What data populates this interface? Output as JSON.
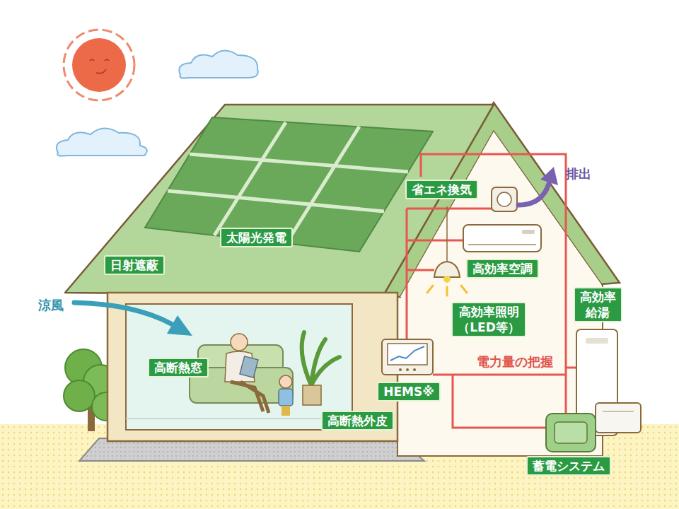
{
  "diagram": {
    "nodes": [
      {
        "text": [
          "省エネ換気"
        ]
      },
      {
        "text": [
          "太陽光発電"
        ]
      },
      {
        "text": [
          "日射遮蔽"
        ]
      },
      {
        "text": [
          "高効率空調"
        ]
      },
      {
        "text": [
          "高効率 給湯"
        ]
      },
      {
        "text": [
          "高効率照明 （LED等）"
        ]
      },
      {
        "text": [
          "高断熱窓"
        ]
      },
      {
        "text": [
          "HEMS※"
        ]
      },
      {
        "text": [
          "高断熱外皮"
        ]
      },
      {
        "text": [
          "蓄電システム"
        ]
      }
    ],
    "labels": [
      "排出",
      "涼風",
      "電力量の把握"
    ]
  }
}
